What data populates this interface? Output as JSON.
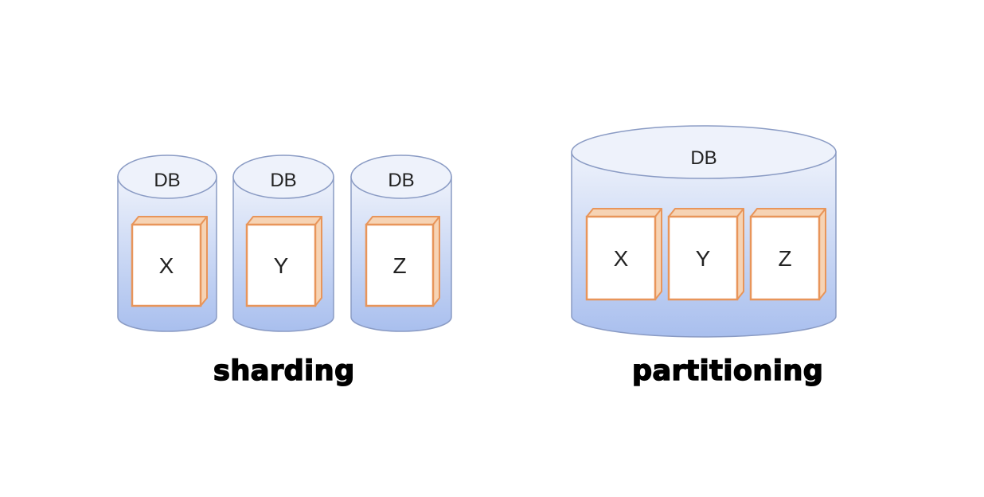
{
  "sharding": {
    "caption": "sharding",
    "databases": [
      {
        "label": "DB",
        "box": "X"
      },
      {
        "label": "DB",
        "box": "Y"
      },
      {
        "label": "DB",
        "box": "Z"
      }
    ]
  },
  "partitioning": {
    "caption": "partitioning",
    "database": {
      "label": "DB",
      "boxes": [
        "X",
        "Y",
        "Z"
      ]
    }
  },
  "colors": {
    "cylinder_top": "#eef2fb",
    "cylinder_bottom": "#a9bfee",
    "cylinder_outline": "#8a9bc4",
    "box_face": "#ffffff",
    "box_outline": "#e8955a",
    "box_side": "#f6d3b4"
  }
}
